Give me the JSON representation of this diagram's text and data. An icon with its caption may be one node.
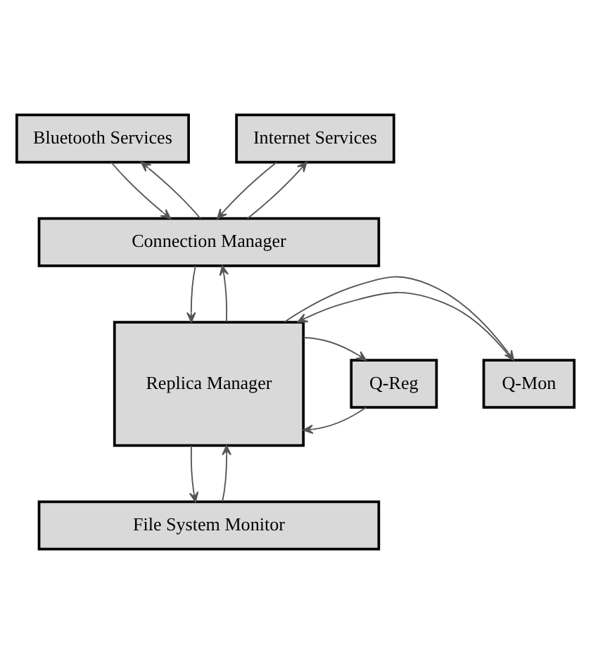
{
  "diagram": {
    "nodes": [
      {
        "text": [
          "Bluetooth Services"
        ]
      },
      {
        "text": [
          "Internet Services"
        ]
      },
      {
        "text": [
          "Connection Manager"
        ]
      },
      {
        "text": [
          "Q-Mon"
        ]
      },
      {
        "text": [
          "Replica Manager"
        ]
      },
      {
        "text": [
          "Q-Reg"
        ]
      },
      {
        "text": [
          "File System Monitor"
        ]
      }
    ],
    "edges": [
      {
        "from": 2,
        "to": 0,
        "arrow": "to"
      },
      {
        "from": 0,
        "to": 2,
        "arrow": "to"
      },
      {
        "from": 2,
        "to": 1,
        "arrow": "to"
      },
      {
        "from": 1,
        "to": 2,
        "arrow": "to"
      },
      {
        "from": 4,
        "to": 2,
        "arrow": "to"
      },
      {
        "from": 2,
        "to": 4,
        "arrow": "to"
      },
      {
        "from": 3,
        "to": 4,
        "arrow": "to"
      },
      {
        "from": 4,
        "to": 3,
        "arrow": "to"
      },
      {
        "from": 5,
        "to": 4,
        "arrow": "to"
      },
      {
        "from": 4,
        "to": 5,
        "arrow": "to"
      },
      {
        "from": 6,
        "to": 4,
        "arrow": "to"
      },
      {
        "from": 4,
        "to": 6,
        "arrow": "to"
      }
    ]
  }
}
